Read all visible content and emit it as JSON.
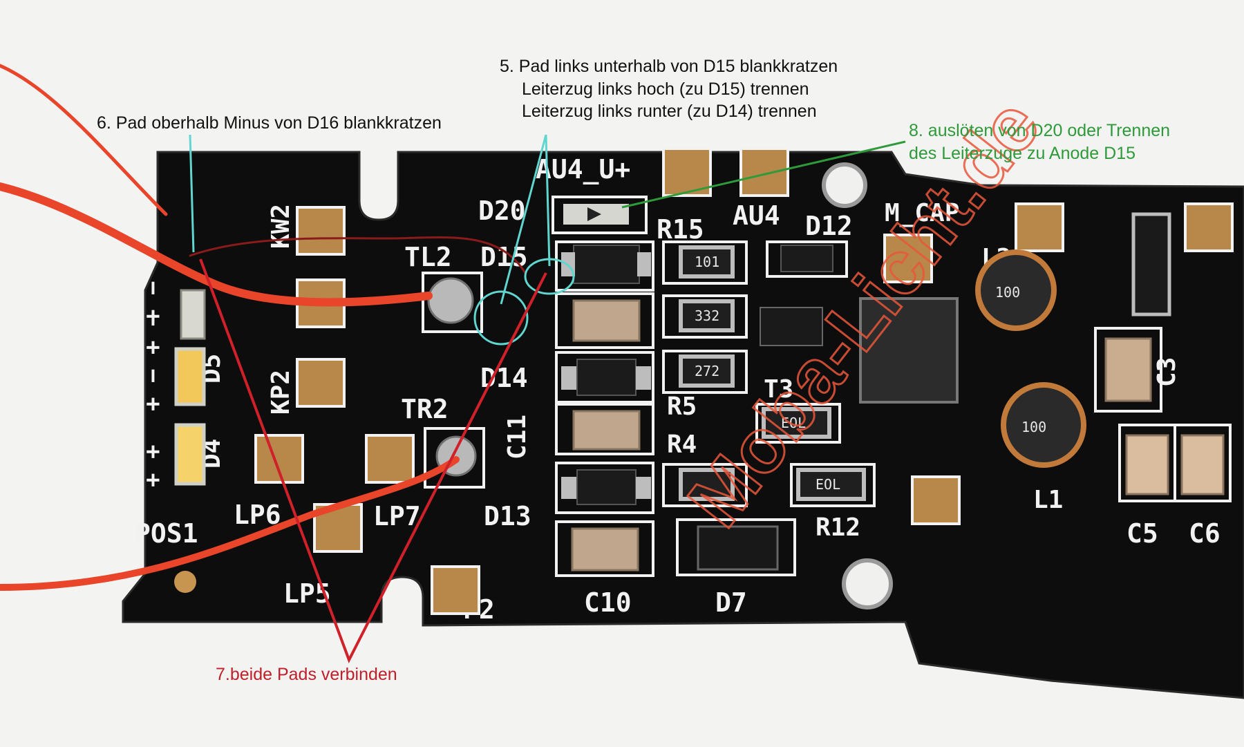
{
  "annotations": {
    "step5": {
      "line1": "5. Pad links unterhalb von D15 blankkratzen",
      "line2": "Leiterzug links hoch (zu D15) trennen",
      "line3": "Leiterzug links runter (zu D14) trennen"
    },
    "step6": "6. Pad oberhalb Minus von D16 blankkratzen",
    "step7": "7.beide Pads verbinden",
    "step8": {
      "line1": "8. auslöten von D20 oder Trennen",
      "line2": "des Leiterzuge zu Anode D15"
    }
  },
  "watermark": "Moba-Licht.de",
  "silkscreen": {
    "au4_u": "AU4_U+",
    "au4": "AU4",
    "d20": "D20",
    "d15": "D15",
    "d14": "D14",
    "d13": "D13",
    "d12": "D12",
    "d5": "D5",
    "d4": "D4",
    "d7": "D7",
    "r15": "R15",
    "r5": "R5",
    "r4": "R4",
    "r12": "R12",
    "c11": "C11",
    "c10": "C10",
    "c5": "C5",
    "c6": "C6",
    "c3": "C3",
    "l1": "L1",
    "l2": "L2",
    "tl2": "TL2",
    "tr2": "TR2",
    "t3": "T3",
    "kw2": "KW2",
    "kp2": "KP2",
    "pos1": "POS1",
    "lp5": "LP5",
    "lp6": "LP6",
    "lp7": "LP7",
    "p2": "P2",
    "m_cap": "M_CAP"
  },
  "component_markings": {
    "r_101": "101",
    "r_332": "332",
    "r_272": "272",
    "r_103a": "EOL",
    "r_103b": "EOL",
    "l_100a": "100",
    "l_100b": "100"
  },
  "colors": {
    "board": "#0f0f0f",
    "pad": "#b8874a",
    "wire": "#e8452b",
    "note_black": "#111111",
    "note_green": "#2e9a3a",
    "note_red": "#c0202a",
    "pointer_cyan": "#5fd6cf",
    "pointer_green": "#2e9a3a",
    "pointer_red": "#d0202a",
    "watermark": "#e8573a"
  }
}
